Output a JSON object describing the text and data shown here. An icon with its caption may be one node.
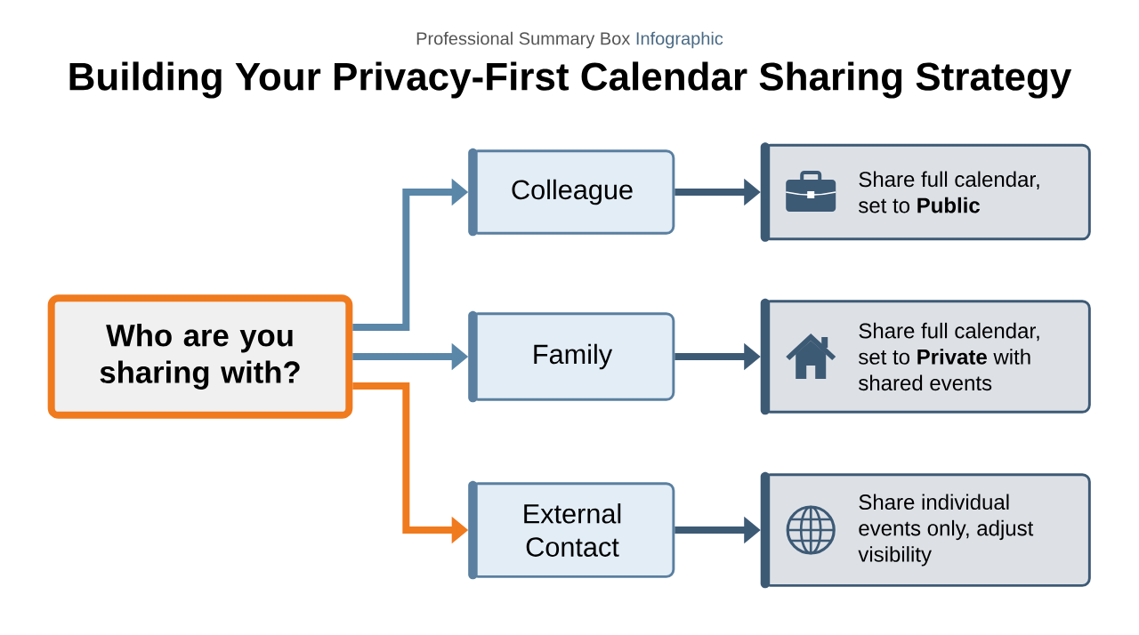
{
  "diagram": {
    "title": "Building Your Privacy-First Calendar Sharing Strategy",
    "nodes": [
      {
        "text": [
          "Who are you sharing with?"
        ]
      },
      {
        "text": [
          "Colleague"
        ]
      },
      {
        "text": [
          "Family"
        ]
      },
      {
        "text": [
          "External Contact"
        ]
      },
      {
        "text": [
          "Share full calendar, set to **Public**"
        ]
      },
      {
        "text": [
          "Share full calendar, set to **Private** with shared events"
        ]
      },
      {
        "text": [
          "Share individual events only, adjust visibility"
        ]
      }
    ],
    "edges": [
      {
        "from": 0,
        "to": 1,
        "arrow": "to",
        "color": "#5a86a8"
      },
      {
        "from": 0,
        "to": 2,
        "arrow": "to",
        "color": "#5a86a8"
      },
      {
        "from": 0,
        "to": 3,
        "arrow": "to",
        "color": "#f07a1e"
      },
      {
        "from": 1,
        "to": 4,
        "arrow": "to",
        "color": "#3d5a75"
      },
      {
        "from": 2,
        "to": 5,
        "arrow": "to",
        "color": "#3d5a75"
      },
      {
        "from": 3,
        "to": 6,
        "arrow": "to",
        "color": "#3d5a75"
      }
    ],
    "labels": [
      "Professional Summary Box",
      "Infographic"
    ]
  }
}
